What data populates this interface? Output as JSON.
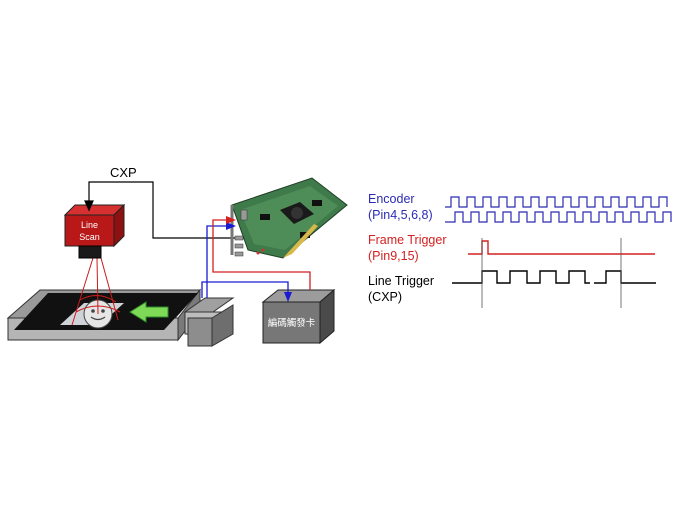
{
  "cxp_label": "CXP",
  "camera": {
    "line1": "Line",
    "line2": "Scan"
  },
  "trigger_box_label": "編碼觸發卡",
  "signals": {
    "encoder": {
      "name": "Encoder",
      "pins": "(Pin4,5,6,8)",
      "color": "#2b2bb5"
    },
    "frame_trigger": {
      "name": "Frame Trigger",
      "pins": "(Pin9,15)",
      "color": "#d42020"
    },
    "line_trigger": {
      "name": "Line Trigger",
      "pins": "(CXP)",
      "color": "#000000"
    }
  },
  "colors": {
    "camera_red": "#b81818",
    "stage_gray": "#8a8a8a",
    "board_green": "#3f7a4a",
    "wire_blue": "#1a1ad0",
    "wire_red": "#d42020"
  }
}
